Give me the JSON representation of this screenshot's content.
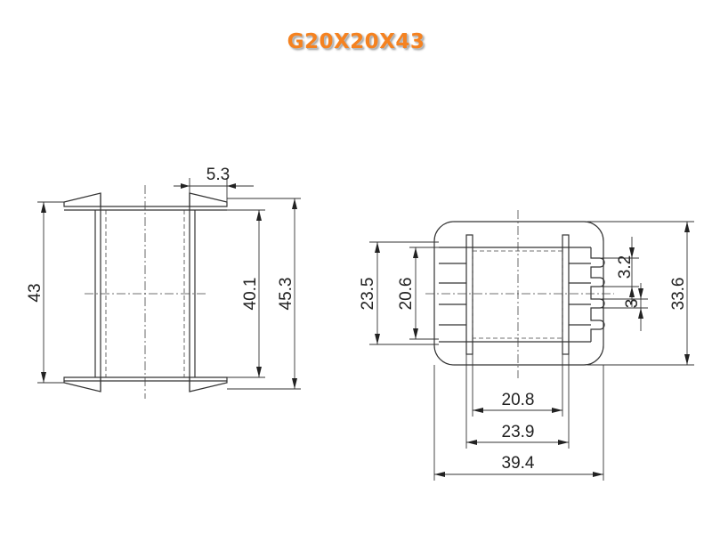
{
  "title": "G20X20X43",
  "title_color": "#f58220",
  "dimensions": {
    "side_slot": "5.3",
    "side_flange_outer": "43",
    "side_inner": "40.1",
    "side_overall": "45.3",
    "front_outer_h": "23.5",
    "front_inner_h": "20.6",
    "pin_pitch": "3.2",
    "pin_width": "3",
    "front_height": "33.6",
    "front_core_w": "20.8",
    "front_mid_w": "23.9",
    "front_overall_w": "39.4"
  }
}
